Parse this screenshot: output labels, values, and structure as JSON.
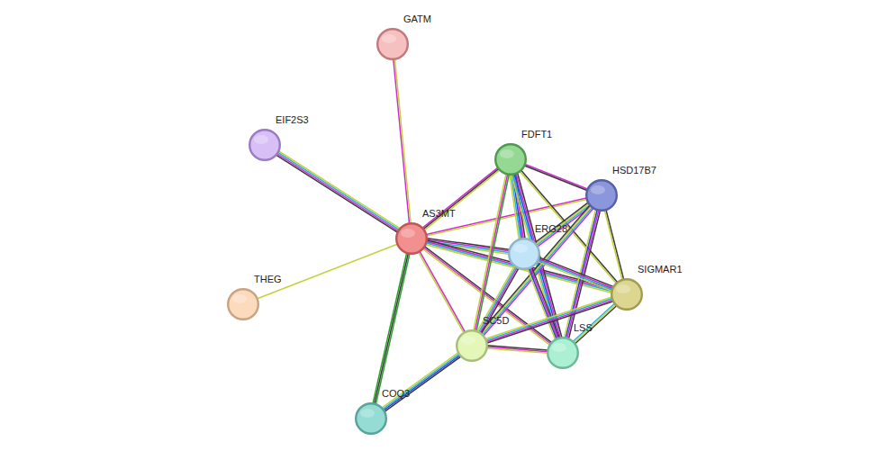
{
  "diagram": {
    "nodes": [
      {
        "text": [
          "GATM"
        ]
      },
      {
        "text": [
          "EIF2S3"
        ]
      },
      {
        "text": [
          "FDFT1"
        ]
      },
      {
        "text": [
          "HSD17B7"
        ]
      },
      {
        "text": [
          "AS3MT"
        ]
      },
      {
        "text": [
          "ERG28"
        ]
      },
      {
        "text": [
          "SIGMAR1"
        ]
      },
      {
        "text": [
          "THEG"
        ]
      },
      {
        "text": [
          "SC5D"
        ]
      },
      {
        "text": [
          "LSS"
        ]
      },
      {
        "text": [
          "COQ3"
        ]
      }
    ],
    "edges": [
      {
        "from": 4,
        "to": 0,
        "arrow": "none"
      },
      {
        "from": 4,
        "to": 1,
        "arrow": "none"
      },
      {
        "from": 4,
        "to": 7,
        "arrow": "none"
      },
      {
        "from": 4,
        "to": 10,
        "arrow": "none"
      },
      {
        "from": 4,
        "to": 2,
        "arrow": "none"
      },
      {
        "from": 4,
        "to": 3,
        "arrow": "none"
      },
      {
        "from": 4,
        "to": 5,
        "arrow": "none"
      },
      {
        "from": 4,
        "to": 6,
        "arrow": "none"
      },
      {
        "from": 4,
        "to": 8,
        "arrow": "none"
      },
      {
        "from": 4,
        "to": 9,
        "arrow": "none"
      },
      {
        "from": 2,
        "to": 3,
        "arrow": "none"
      },
      {
        "from": 2,
        "to": 5,
        "arrow": "none"
      },
      {
        "from": 2,
        "to": 6,
        "arrow": "none"
      },
      {
        "from": 2,
        "to": 8,
        "arrow": "none"
      },
      {
        "from": 2,
        "to": 9,
        "arrow": "none"
      },
      {
        "from": 3,
        "to": 5,
        "arrow": "none"
      },
      {
        "from": 3,
        "to": 6,
        "arrow": "none"
      },
      {
        "from": 3,
        "to": 8,
        "arrow": "none"
      },
      {
        "from": 3,
        "to": 9,
        "arrow": "none"
      },
      {
        "from": 5,
        "to": 6,
        "arrow": "none"
      },
      {
        "from": 5,
        "to": 8,
        "arrow": "none"
      },
      {
        "from": 5,
        "to": 9,
        "arrow": "none"
      },
      {
        "from": 6,
        "to": 8,
        "arrow": "none"
      },
      {
        "from": 6,
        "to": 9,
        "arrow": "none"
      },
      {
        "from": 8,
        "to": 9,
        "arrow": "none"
      },
      {
        "from": 8,
        "to": 10,
        "arrow": "none"
      }
    ]
  }
}
